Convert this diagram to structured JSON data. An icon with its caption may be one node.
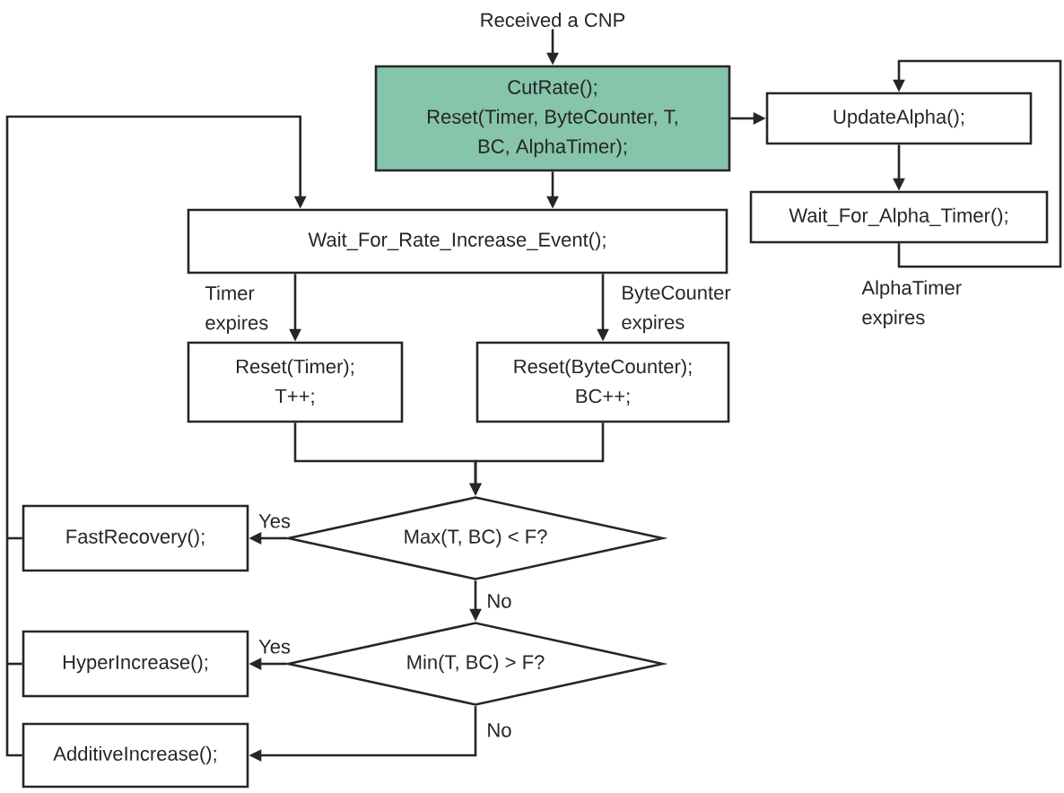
{
  "diagram": {
    "nodes": [
      {
        "text": [
          "Received a CNP"
        ]
      },
      {
        "text": [
          "CutRate();",
          "Reset(Timer, ByteCounter, T, BC, AlphaTimer);"
        ]
      },
      {
        "text": [
          "UpdateAlpha();"
        ]
      },
      {
        "text": [
          "Wait_For_Alpha_Timer();"
        ]
      },
      {
        "text": [
          "Wait_For_Rate_Increase_Event();"
        ]
      },
      {
        "text": [
          "Reset(Timer);",
          "T++;"
        ]
      },
      {
        "text": [
          "Reset(ByteCounter);",
          "BC++;"
        ]
      },
      {
        "text": [
          "Max(T, BC) < F?"
        ]
      },
      {
        "text": [
          "Min(T, BC) > F?"
        ]
      },
      {
        "text": [
          "FastRecovery();"
        ]
      },
      {
        "text": [
          "HyperIncrease();"
        ]
      },
      {
        "text": [
          "AdditiveIncrease();"
        ]
      }
    ],
    "edges": [
      {
        "from": 0,
        "to": 1,
        "arrow": "to"
      },
      {
        "from": 1,
        "to": 2,
        "arrow": "to"
      },
      {
        "from": 2,
        "to": 3,
        "arrow": "to"
      },
      {
        "from": 3,
        "to": 2,
        "arrow": "to",
        "label": "AlphaTimer expires"
      },
      {
        "from": 1,
        "to": 4,
        "arrow": "to"
      },
      {
        "from": 4,
        "to": 5,
        "arrow": "to",
        "label": "Timer expires"
      },
      {
        "from": 4,
        "to": 6,
        "arrow": "to",
        "label": "ByteCounter expires"
      },
      {
        "from": 5,
        "to": 7,
        "arrow": "to"
      },
      {
        "from": 6,
        "to": 7,
        "arrow": "to"
      },
      {
        "from": 7,
        "to": 9,
        "arrow": "to",
        "label": "Yes"
      },
      {
        "from": 7,
        "to": 8,
        "arrow": "to",
        "label": "No"
      },
      {
        "from": 8,
        "to": 10,
        "arrow": "to",
        "label": "Yes"
      },
      {
        "from": 8,
        "to": 11,
        "arrow": "to",
        "label": "No"
      },
      {
        "from": 9,
        "to": 4,
        "arrow": "to"
      },
      {
        "from": 10,
        "to": 4,
        "arrow": "to"
      },
      {
        "from": 11,
        "to": 4,
        "arrow": "to"
      }
    ]
  }
}
